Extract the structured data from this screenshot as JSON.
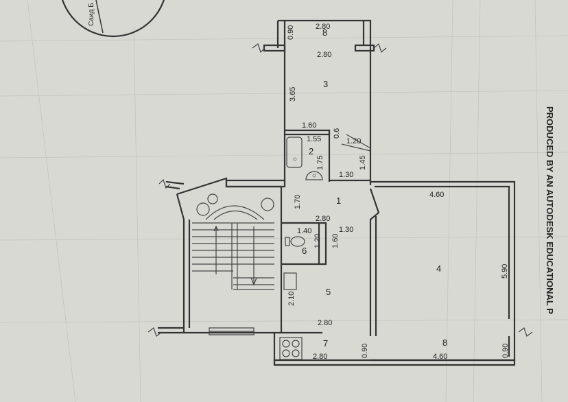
{
  "street_stamp": "Саид Б",
  "watermark": "PRODUCED BY AN AUTODESK EDUCATIONAL P",
  "rooms": {
    "r1": "1",
    "r2": "2",
    "r3": "3",
    "r4": "4",
    "r5": "5",
    "r6": "6",
    "r7": "7",
    "r8_top": "8",
    "r8": "8"
  },
  "dims": {
    "top_width": "2.80",
    "top_depth": "0.90",
    "r3_width": "2.80",
    "r3_height": "3.65",
    "r2_w1": "1.60",
    "r2_w2": "1.55",
    "r2_d1": "0.6",
    "r2_d2": "1.20",
    "r2_h": "1.75",
    "r2_h2": "1.45",
    "r2_w3": "1.30",
    "hall_h": "1.70",
    "hall_w": "2.80",
    "hall_w2": "1.30",
    "wc_w": "1.40",
    "wc_h": "1.20",
    "wc_h2": "1.60",
    "r5_h": "2.10",
    "r5_w": "2.80",
    "r7_w": "2.80",
    "r7_d": "0.90",
    "r4_w": "4.60",
    "r4_h": "5.90",
    "r8_w": "4.60",
    "r8_d": "0.90"
  },
  "colors": {
    "paper": "#d8d8d3",
    "line": "#333333",
    "grid": "#c2c2bd"
  }
}
